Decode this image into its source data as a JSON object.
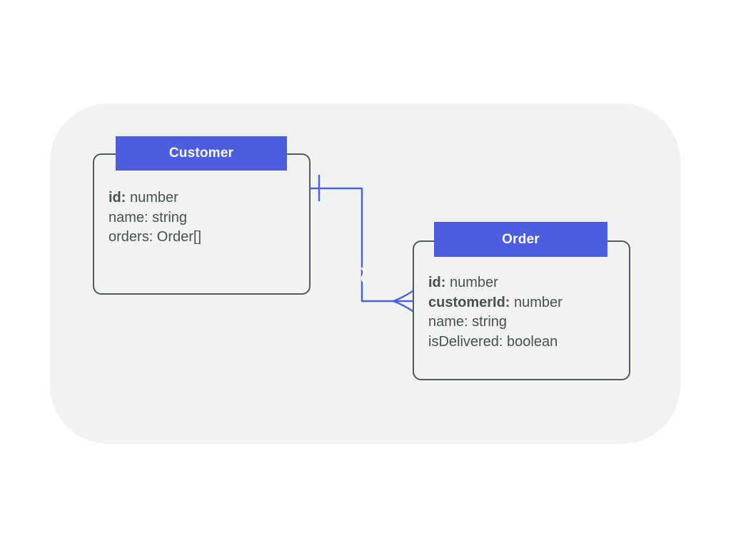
{
  "colors": {
    "header_blue": "#4b5ee1",
    "connector_blue": "#4a61e4",
    "border_gray": "#54575d",
    "container_gray": "#f1f3f1",
    "text_gray": "#4b4e54",
    "title_white": "#ffffff",
    "page_white": "#ffffff"
  },
  "entities": [
    {
      "title": "Customer",
      "attributes": [
        {
          "bold": "id:",
          "regular": " number"
        },
        {
          "bold": "",
          "regular": "name: string"
        },
        {
          "bold": "",
          "regular": "orders: Order[]"
        }
      ]
    },
    {
      "title": "Order",
      "attributes": [
        {
          "bold": "id:",
          "regular": " number"
        },
        {
          "bold": "customerId:",
          "regular": " number"
        },
        {
          "bold": "",
          "regular": "name: string"
        },
        {
          "bold": "",
          "regular": "isDelivered: boolean"
        }
      ]
    }
  ],
  "relationship": {
    "from": "Customer",
    "to": "Order",
    "from_cardinality": "one",
    "to_cardinality": "many",
    "type": "one-to-many"
  }
}
